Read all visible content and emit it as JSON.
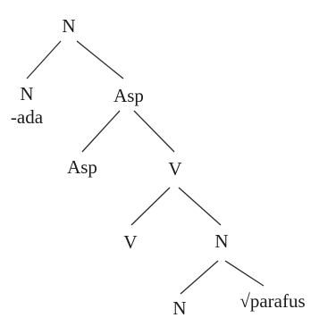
{
  "tree": {
    "root": {
      "label": "N",
      "children": [
        {
          "label": "N",
          "sub": "-ada"
        },
        {
          "label": "Asp",
          "children": [
            {
              "label": "Asp"
            },
            {
              "label": "V",
              "children": [
                {
                  "label": "V"
                },
                {
                  "label": "N",
                  "children": [
                    {
                      "label": "N"
                    },
                    {
                      "label": "√parafus"
                    }
                  ]
                }
              ]
            }
          ]
        }
      ]
    }
  }
}
